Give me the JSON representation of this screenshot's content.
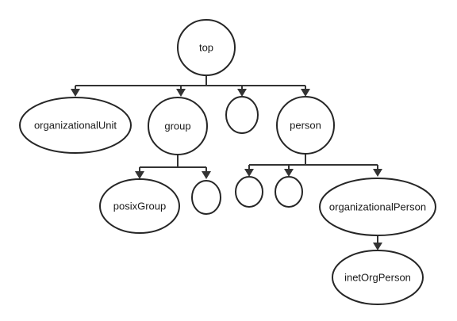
{
  "diagram": {
    "type": "class-hierarchy-tree",
    "nodes": {
      "top": "top",
      "organizationalUnit": "organizationalUnit",
      "group": "group",
      "unlabeled_1": "",
      "person": "person",
      "posixGroup": "posixGroup",
      "unlabeled_2": "",
      "unlabeled_3": "",
      "unlabeled_4": "",
      "organizationalPerson": "organizationalPerson",
      "inetOrgPerson": "inetOrgPerson"
    },
    "edges": [
      [
        "top",
        "organizationalUnit"
      ],
      [
        "top",
        "group"
      ],
      [
        "top",
        "unlabeled_1"
      ],
      [
        "top",
        "person"
      ],
      [
        "group",
        "posixGroup"
      ],
      [
        "group",
        "unlabeled_2"
      ],
      [
        "person",
        "unlabeled_3"
      ],
      [
        "person",
        "unlabeled_4"
      ],
      [
        "person",
        "organizationalPerson"
      ],
      [
        "organizationalPerson",
        "inetOrgPerson"
      ]
    ],
    "colors": {
      "stroke": "#262626",
      "fill": "#ffffff",
      "text": "#1a1a1a"
    }
  }
}
